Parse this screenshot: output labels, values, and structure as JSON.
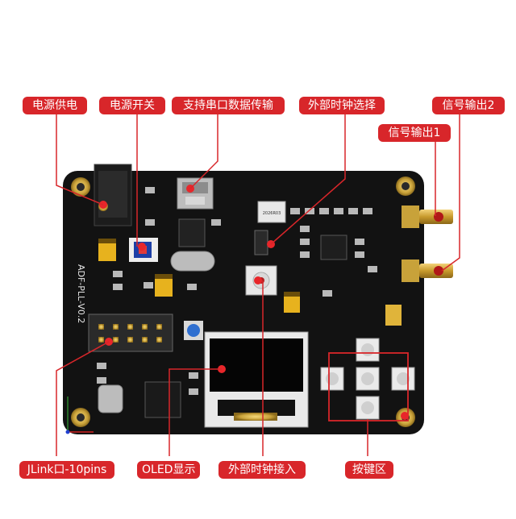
{
  "board": {
    "silkscreen_title": "ADF-PLL-V0.2",
    "oled_chip_text": "2026R03"
  },
  "callouts": {
    "power_supply": "电源供电",
    "power_switch": "电源开关",
    "serial_transfer": "支持串口数据传输",
    "ext_clock_select": "外部时钟选择",
    "signal_out_2": "信号输出2",
    "signal_out_1": "信号输出1",
    "jlink": "JLink口-10pins",
    "oled": "OLED显示",
    "ext_clock_in": "外部时钟接入",
    "keypad": "按键区"
  },
  "colors": {
    "callout_red": "#d8262a",
    "board_black": "#111111",
    "gold": "#c9a23a"
  }
}
